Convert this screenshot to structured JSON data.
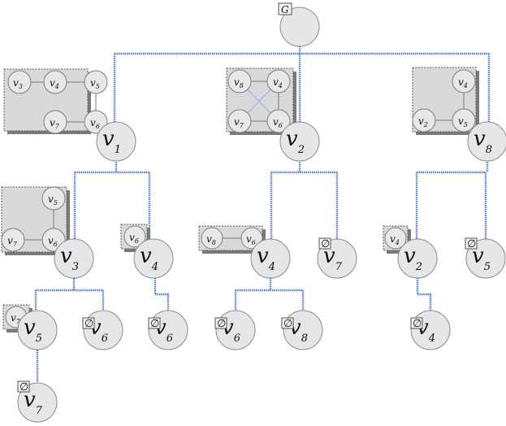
{
  "root": {
    "label": "G"
  },
  "empty_symbol": "∅",
  "tree_nodes": [
    {
      "id": "n1",
      "var": "v",
      "sub": "1",
      "mark": "graph"
    },
    {
      "id": "n2",
      "var": "v",
      "sub": "2",
      "mark": "graph"
    },
    {
      "id": "n8",
      "var": "v",
      "sub": "8",
      "mark": "graph"
    },
    {
      "id": "n3",
      "var": "v",
      "sub": "3",
      "mark": "graph"
    },
    {
      "id": "n4a",
      "var": "v",
      "sub": "4",
      "mark": "graph"
    },
    {
      "id": "n4b",
      "var": "v",
      "sub": "4",
      "mark": "graph"
    },
    {
      "id": "n7a",
      "var": "v",
      "sub": "7",
      "mark": "empty"
    },
    {
      "id": "n2b",
      "var": "v",
      "sub": "2",
      "mark": "graph"
    },
    {
      "id": "n5a",
      "var": "v",
      "sub": "5",
      "mark": "empty"
    },
    {
      "id": "n5b",
      "var": "v",
      "sub": "5",
      "mark": "graph"
    },
    {
      "id": "n6a",
      "var": "v",
      "sub": "6",
      "mark": "empty"
    },
    {
      "id": "n6b",
      "var": "v",
      "sub": "6",
      "mark": "empty"
    },
    {
      "id": "n6c",
      "var": "v",
      "sub": "6",
      "mark": "empty"
    },
    {
      "id": "n8b",
      "var": "v",
      "sub": "8",
      "mark": "empty"
    },
    {
      "id": "n4c",
      "var": "v",
      "sub": "4",
      "mark": "empty"
    },
    {
      "id": "n7b",
      "var": "v",
      "sub": "7",
      "mark": "empty"
    }
  ],
  "subgraphs": {
    "g1": [
      "v3",
      "v4",
      "v5",
      "v7",
      "v6"
    ],
    "g2": [
      "v8",
      "v4",
      "v7",
      "v6"
    ],
    "g8": [
      "v4",
      "v2",
      "v5"
    ],
    "g3": [
      "v5",
      "v7",
      "v6"
    ],
    "g4a": [
      "v6"
    ],
    "g4b": [
      "v8",
      "v6"
    ],
    "g2b": [
      "v4"
    ],
    "g5b": [
      "v7"
    ]
  }
}
